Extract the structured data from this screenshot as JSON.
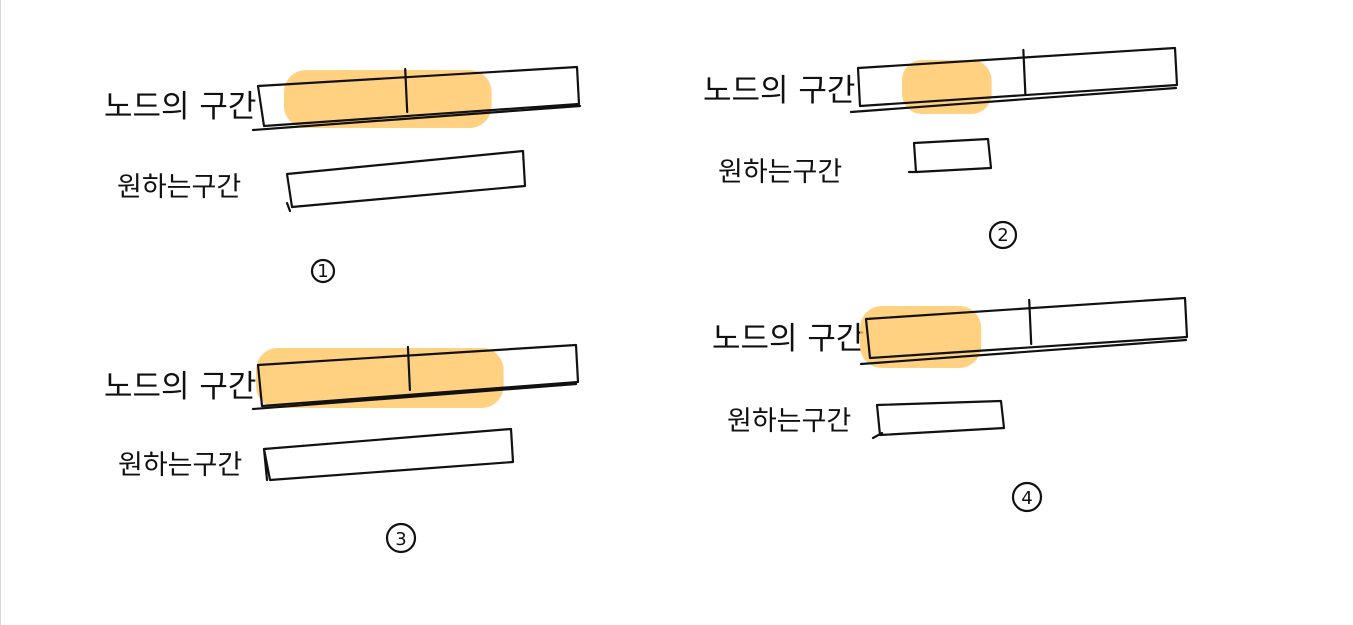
{
  "colors": {
    "highlight": "#FFC45E",
    "ink": "#111111",
    "background": "#FFFFFF"
  },
  "panels": [
    {
      "number": "1",
      "label_top": "노드의 구간",
      "label_bottom": "원하는구간",
      "highlight_fraction": 0.73,
      "divider_fraction": 0.46
    },
    {
      "number": "2",
      "label_top": "노드의 구간",
      "label_bottom": "원하는구간",
      "highlight_fraction": 0.42,
      "divider_fraction": 0.52
    },
    {
      "number": "3",
      "label_top": "노드의 구간",
      "label_bottom": "원하는구간",
      "highlight_fraction": 0.77,
      "divider_fraction": 0.47
    },
    {
      "number": "4",
      "label_top": "노드의 구간",
      "label_bottom": "원하는구간",
      "highlight_fraction": 0.36,
      "divider_fraction": 0.51
    }
  ]
}
